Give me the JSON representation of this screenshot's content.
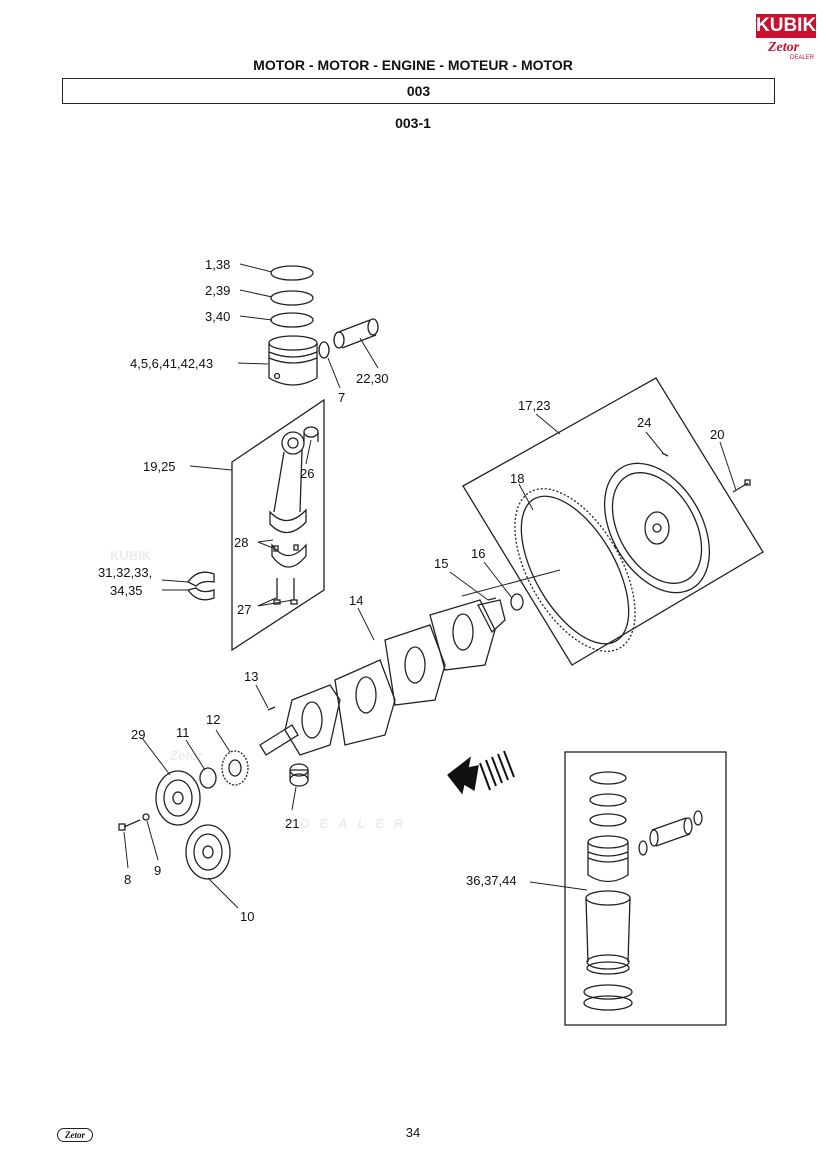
{
  "header": {
    "title": "MOTOR - MOTOR - ENGINE - MOTEUR - MOTOR",
    "section": "003",
    "subsection": "003-1"
  },
  "logo": {
    "brand": "KUBIK",
    "sub": "Zetor",
    "tag": "DEALER",
    "color": "#c8102e"
  },
  "watermark": {
    "brand": "KUBIK",
    "sub": "Zetor",
    "tag": "DEALER"
  },
  "callouts": {
    "c1_38": "1,38",
    "c2_39": "2,39",
    "c3_40": "3,40",
    "c4_43": "4,5,6,41,42,43",
    "c7": "7",
    "c22_30": "22,30",
    "c19_25": "19,25",
    "c26": "26",
    "c28": "28",
    "c27": "27",
    "c31_33": "31,32,33,",
    "c34_35": "34,35",
    "c17_23": "17,23",
    "c24": "24",
    "c20": "20",
    "c18": "18",
    "c15": "15",
    "c16": "16",
    "c14": "14",
    "c13": "13",
    "c12": "12",
    "c11": "11",
    "c29": "29",
    "c21": "21",
    "c8": "8",
    "c9": "9",
    "c10": "10",
    "c36_44": "36,37,44"
  },
  "footer": {
    "page_number": "34",
    "logo_text": "Zetor"
  }
}
